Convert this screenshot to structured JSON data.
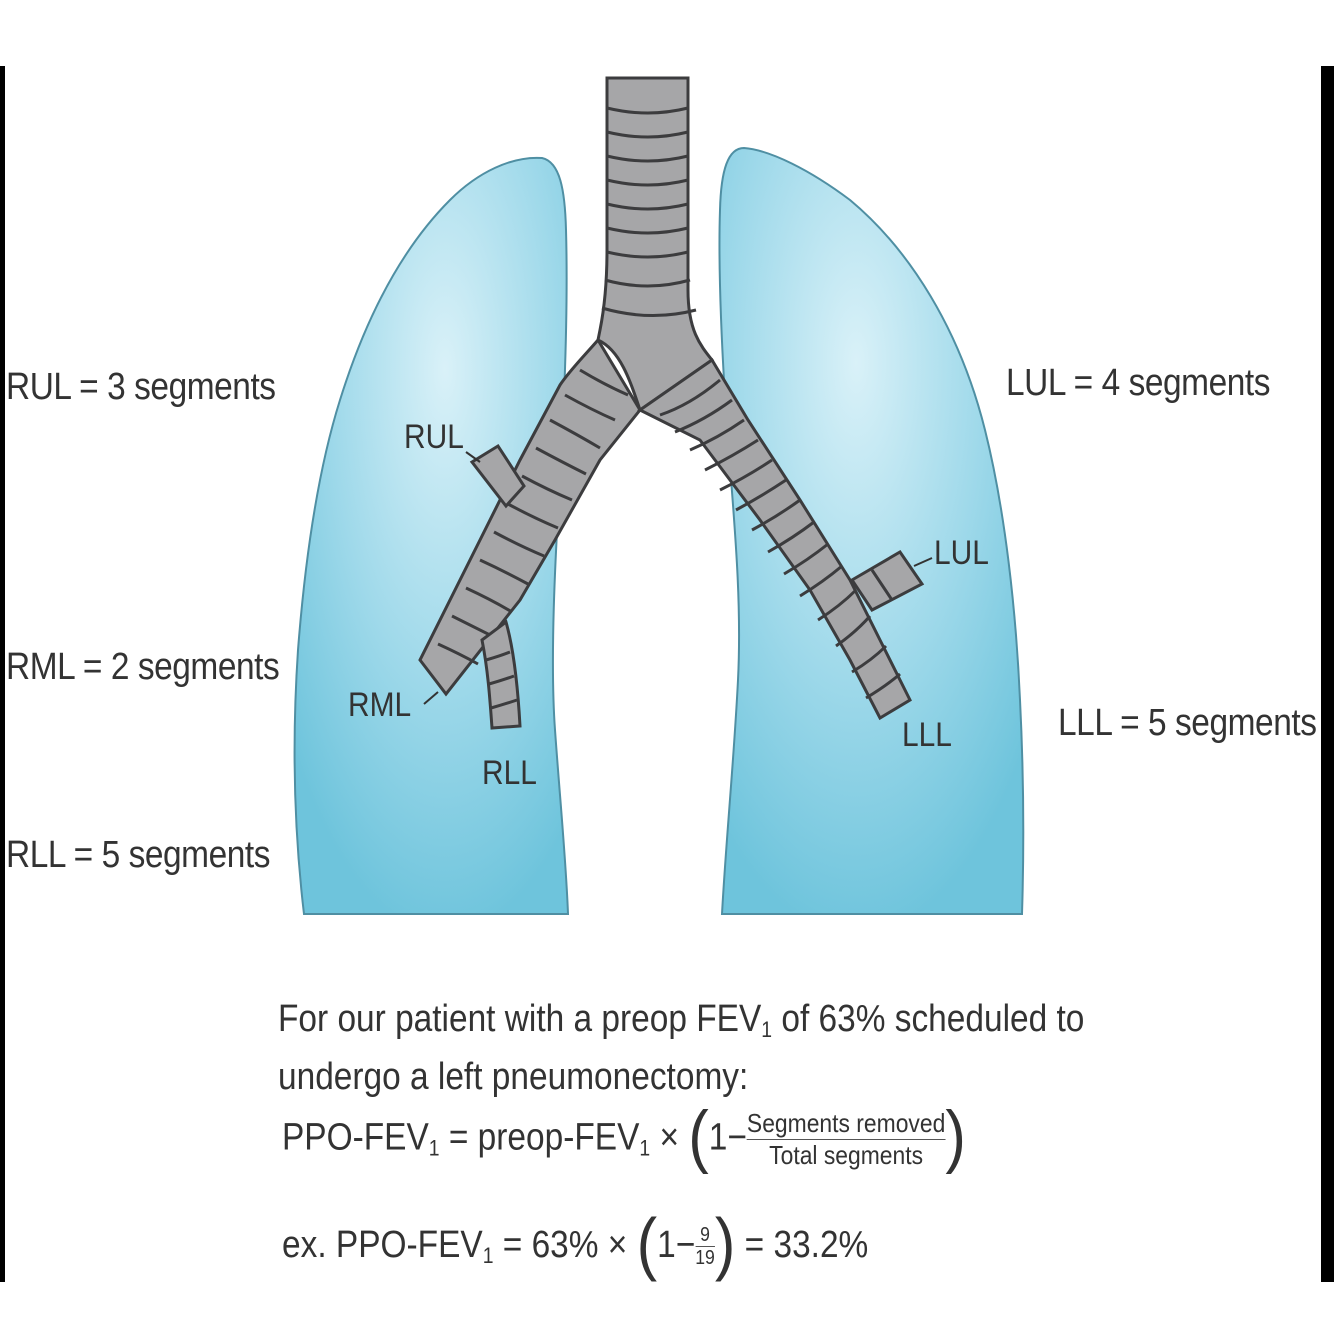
{
  "colors": {
    "lung_fill": "#7ccbe0",
    "lung_highlight": "#d9f1f8",
    "airway_fill": "#a6a6a8",
    "airway_stroke": "#3c3c3e",
    "text": "#333333"
  },
  "right_side_labels": {
    "rul": "RUL = 3 segments",
    "rml": "RML = 2 segments",
    "rll": "RLL = 5 segments"
  },
  "left_side_labels": {
    "lul": "LUL = 4 segments",
    "lll": "LLL = 5 segments"
  },
  "bronchus_labels": {
    "rul": "RUL",
    "rml": "RML",
    "rll": "RLL",
    "lul": "LUL",
    "lll": "LLL"
  },
  "caption": {
    "line1_a": "For our patient with a preop FEV",
    "line1_sub": "1",
    "line1_b": " of 63% scheduled to",
    "line2": "undergo a left pneumonectomy:"
  },
  "formula": {
    "lhs": "PPO-FEV",
    "lhs_sub": "1",
    "eq": " = preop-FEV",
    "eq_sub": "1",
    "times": " × ",
    "one_minus": "1−",
    "numerator": "Segments removed",
    "denominator": "Total segments"
  },
  "example": {
    "prefix": "ex. PPO-FEV",
    "prefix_sub": "1",
    "eq": " = 63% × ",
    "one_minus": "1−",
    "numerator": "9",
    "denominator": "19",
    "result": " = 33.2%"
  }
}
